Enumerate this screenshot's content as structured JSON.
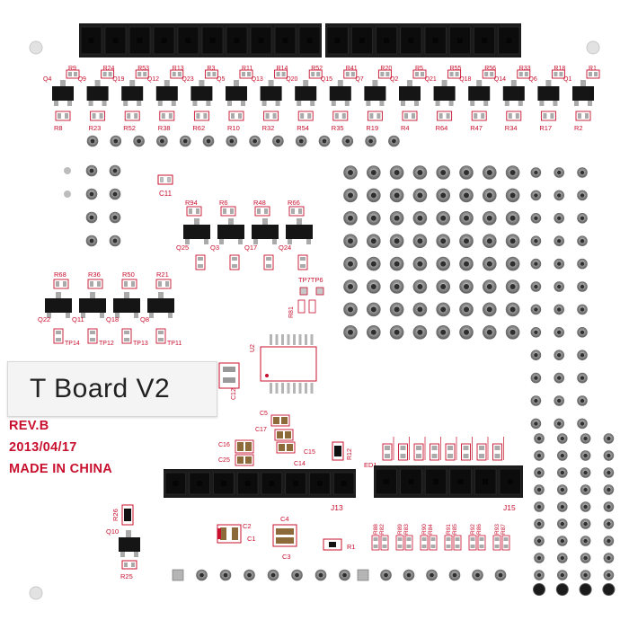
{
  "board": {
    "label": "T Board  V2",
    "rev": "REV.B",
    "date": "2013/04/17",
    "origin": "MADE IN CHINA"
  },
  "connectors": {
    "j13": "J13",
    "j15": "J15"
  },
  "chips": {
    "u2": "U2"
  },
  "top_row": {
    "transistors": [
      "Q4",
      "Q9",
      "Q19",
      "Q12",
      "Q23",
      "Q5",
      "Q13",
      "Q20",
      "Q15",
      "Q7",
      "Q2",
      "Q21",
      "Q18",
      "Q14",
      "Q6",
      "Q1"
    ],
    "resistors_top": [
      "R9",
      "R24",
      "R53",
      "R13",
      "R3",
      "R11",
      "R14",
      "R52",
      "R41",
      "R20",
      "R5",
      "R55",
      "R56",
      "R33",
      "R18",
      "R1"
    ],
    "resistors_bottom": [
      "R8",
      "R23",
      "R52",
      "R38",
      "R62",
      "R10",
      "R32",
      "R54",
      "R35",
      "R19",
      "R4",
      "R64",
      "R47",
      "R34",
      "R17",
      "R2"
    ]
  },
  "mid_left": {
    "transistors": [
      "Q25",
      "Q3",
      "Q17",
      "Q24"
    ],
    "resistors": [
      "R94",
      "R6",
      "R48",
      "R66"
    ]
  },
  "left_group": {
    "transistors": [
      "Q22",
      "Q11",
      "Q18",
      "Q8"
    ],
    "resistors": [
      "R68",
      "R36",
      "R50",
      "R21"
    ],
    "testpoints": [
      "TP14",
      "TP12",
      "TP13",
      "TP11"
    ]
  },
  "misc_labels": {
    "c11": "C11",
    "tp": "TP7TP6",
    "r81": "R81",
    "c12": "C12",
    "c15": "C15",
    "c17": "C17",
    "c16": "C16",
    "c25": "C25",
    "c14": "C14",
    "c5": "C5",
    "r12": "R12",
    "ed1": "ED1",
    "q10": "Q10",
    "r26": "R26",
    "r25": "R25",
    "c2": "C2",
    "c1": "C1",
    "c4": "C4",
    "c3": "C3",
    "r1b": "R1"
  },
  "bottom_resistor_labels": [
    "R88",
    "R82",
    "R89",
    "R83",
    "R90",
    "R84",
    "R91",
    "R85",
    "R92",
    "R86",
    "R93",
    "R87"
  ],
  "colors": {
    "silk_red": "#c8102e",
    "board": "#ffffff",
    "pad_metal": "#8a8a8a",
    "header_black": "#1b1b1b"
  }
}
